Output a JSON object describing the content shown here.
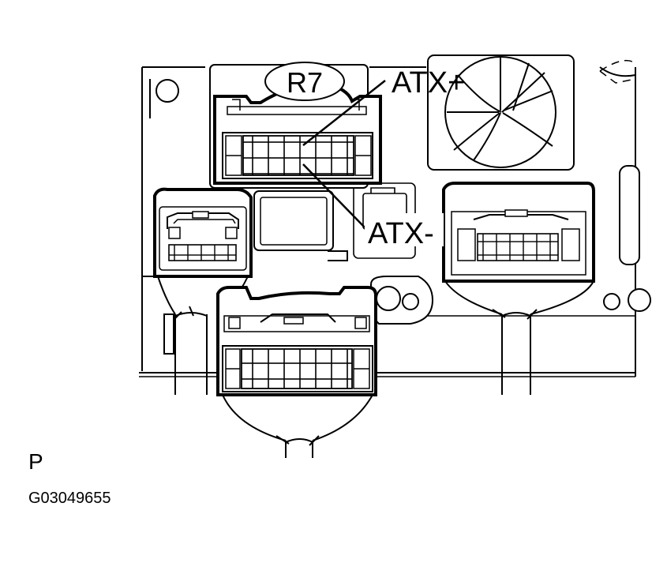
{
  "connector_id": "R7",
  "labels": {
    "pin_plus": "ATX+",
    "pin_minus": "ATX-"
  },
  "view_code": "P",
  "figure_code": "G03049655"
}
